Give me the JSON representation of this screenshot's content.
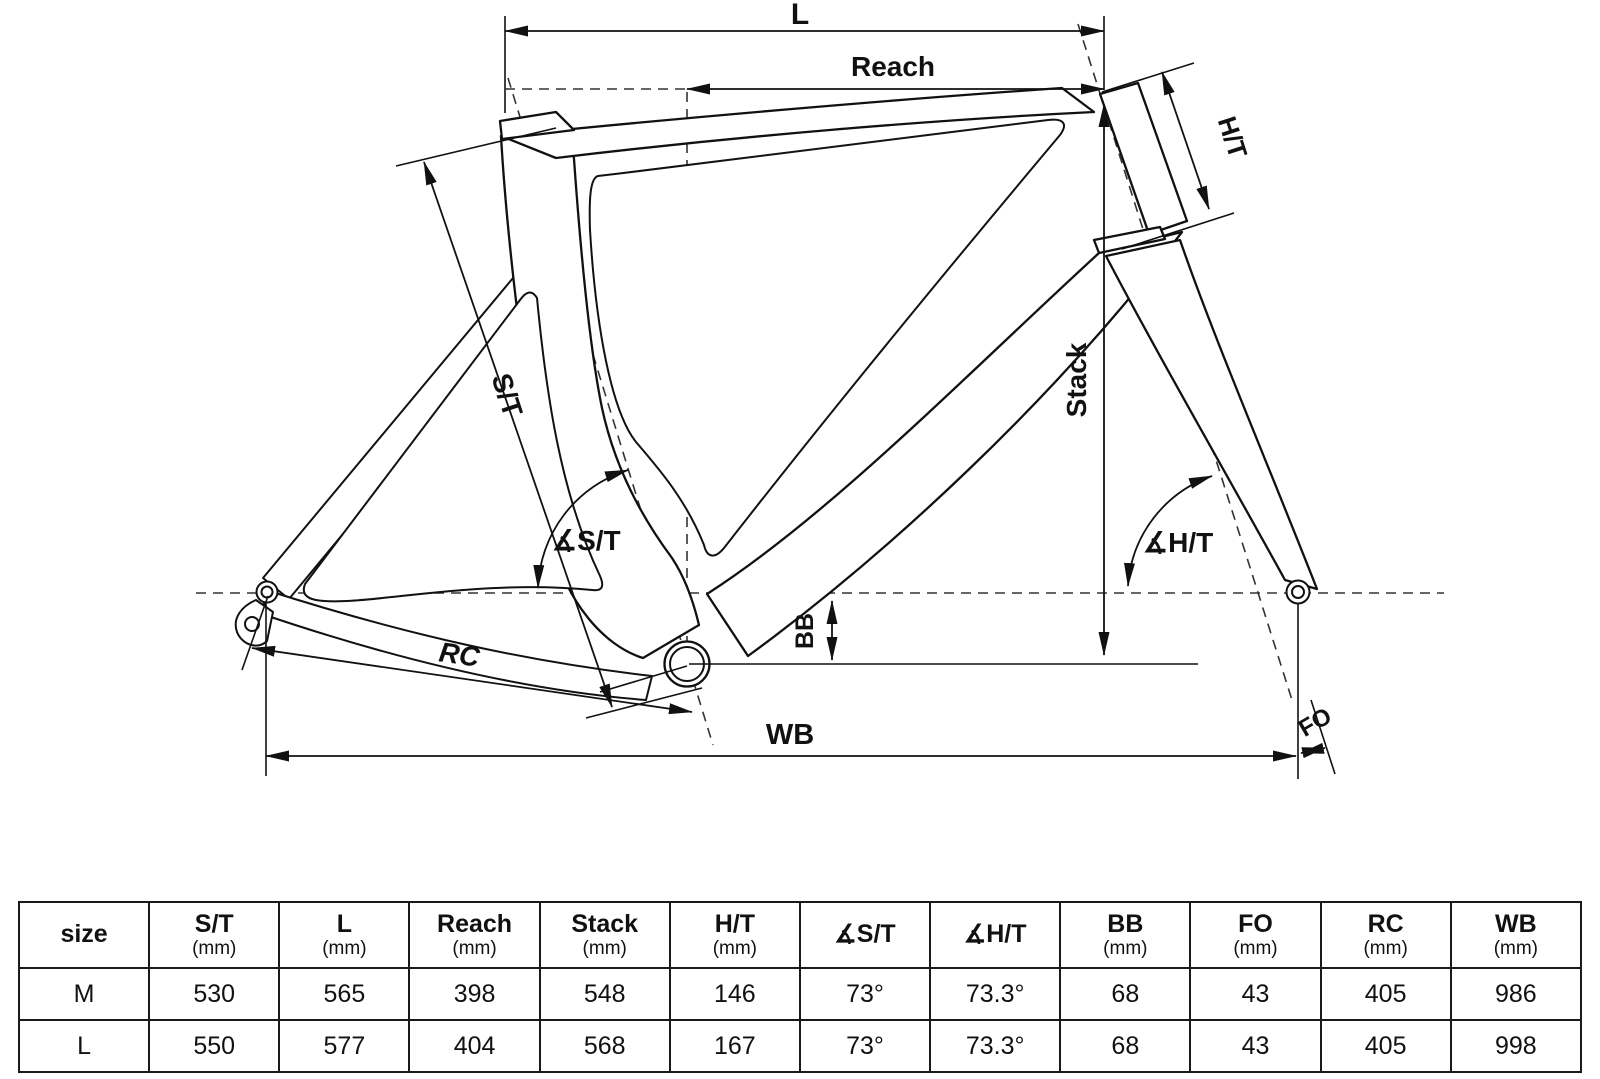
{
  "diagram": {
    "dim_labels": {
      "l": "L",
      "reach": "Reach",
      "ht": "H/T",
      "st": "S/T",
      "stack": "Stack",
      "angle_st": "∡S/T",
      "angle_ht": "∡H/T",
      "bb": "BB",
      "rc": "RC",
      "wb": "WB",
      "fo": "FO"
    },
    "colors": {
      "line": "#111111",
      "background": "#ffffff"
    }
  },
  "table": {
    "header": [
      {
        "label": "size",
        "unit": ""
      },
      {
        "label": "S/T",
        "unit": "(mm)"
      },
      {
        "label": "L",
        "unit": "(mm)"
      },
      {
        "label": "Reach",
        "unit": "(mm)"
      },
      {
        "label": "Stack",
        "unit": "(mm)"
      },
      {
        "label": "H/T",
        "unit": "(mm)"
      },
      {
        "label": "∡S/T",
        "unit": ""
      },
      {
        "label": "∡H/T",
        "unit": ""
      },
      {
        "label": "BB",
        "unit": "(mm)"
      },
      {
        "label": "FO",
        "unit": "(mm)"
      },
      {
        "label": "RC",
        "unit": "(mm)"
      },
      {
        "label": "WB",
        "unit": "(mm)"
      }
    ],
    "rows": [
      {
        "cells": [
          "M",
          "530",
          "565",
          "398",
          "548",
          "146",
          "73°",
          "73.3°",
          "68",
          "43",
          "405",
          "986"
        ]
      },
      {
        "cells": [
          "L",
          "550",
          "577",
          "404",
          "568",
          "167",
          "73°",
          "73.3°",
          "68",
          "43",
          "405",
          "998"
        ]
      }
    ]
  },
  "chart_data": {
    "type": "table",
    "title": "Bicycle frame geometry",
    "columns": [
      "size",
      "S/T (mm)",
      "L (mm)",
      "Reach (mm)",
      "Stack (mm)",
      "H/T (mm)",
      "∡S/T",
      "∡H/T",
      "BB (mm)",
      "FO (mm)",
      "RC (mm)",
      "WB (mm)"
    ],
    "rows": [
      [
        "M",
        530,
        565,
        398,
        548,
        146,
        "73°",
        "73.3°",
        68,
        43,
        405,
        986
      ],
      [
        "L",
        550,
        577,
        404,
        568,
        167,
        "73°",
        "73.3°",
        68,
        43,
        405,
        998
      ]
    ]
  }
}
